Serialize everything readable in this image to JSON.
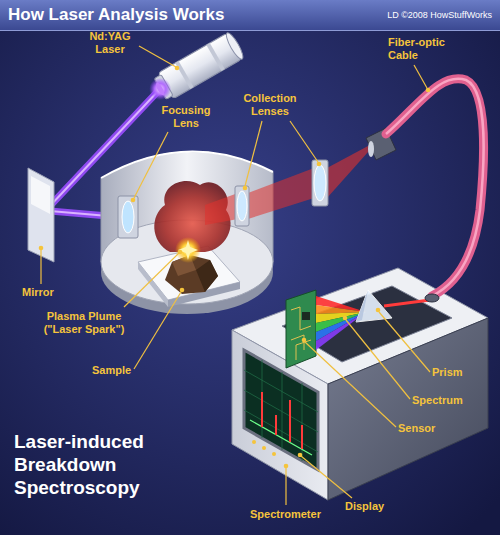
{
  "diagram": {
    "title": "How Laser Analysis Works",
    "caption": "Laser-induced Breakdown Spectroscopy",
    "labels": [
      "LD ©2008 HowStuffWorks",
      "Nd:YAG Laser",
      "Fiber-optic Cable",
      "Collection Lenses",
      "Focusing Lens",
      "Mirror",
      "Plasma Plume (\"Laser Spark\")",
      "Sample",
      "Prism",
      "Spectrum",
      "Sensor",
      "Spectrometer",
      "Display"
    ]
  }
}
